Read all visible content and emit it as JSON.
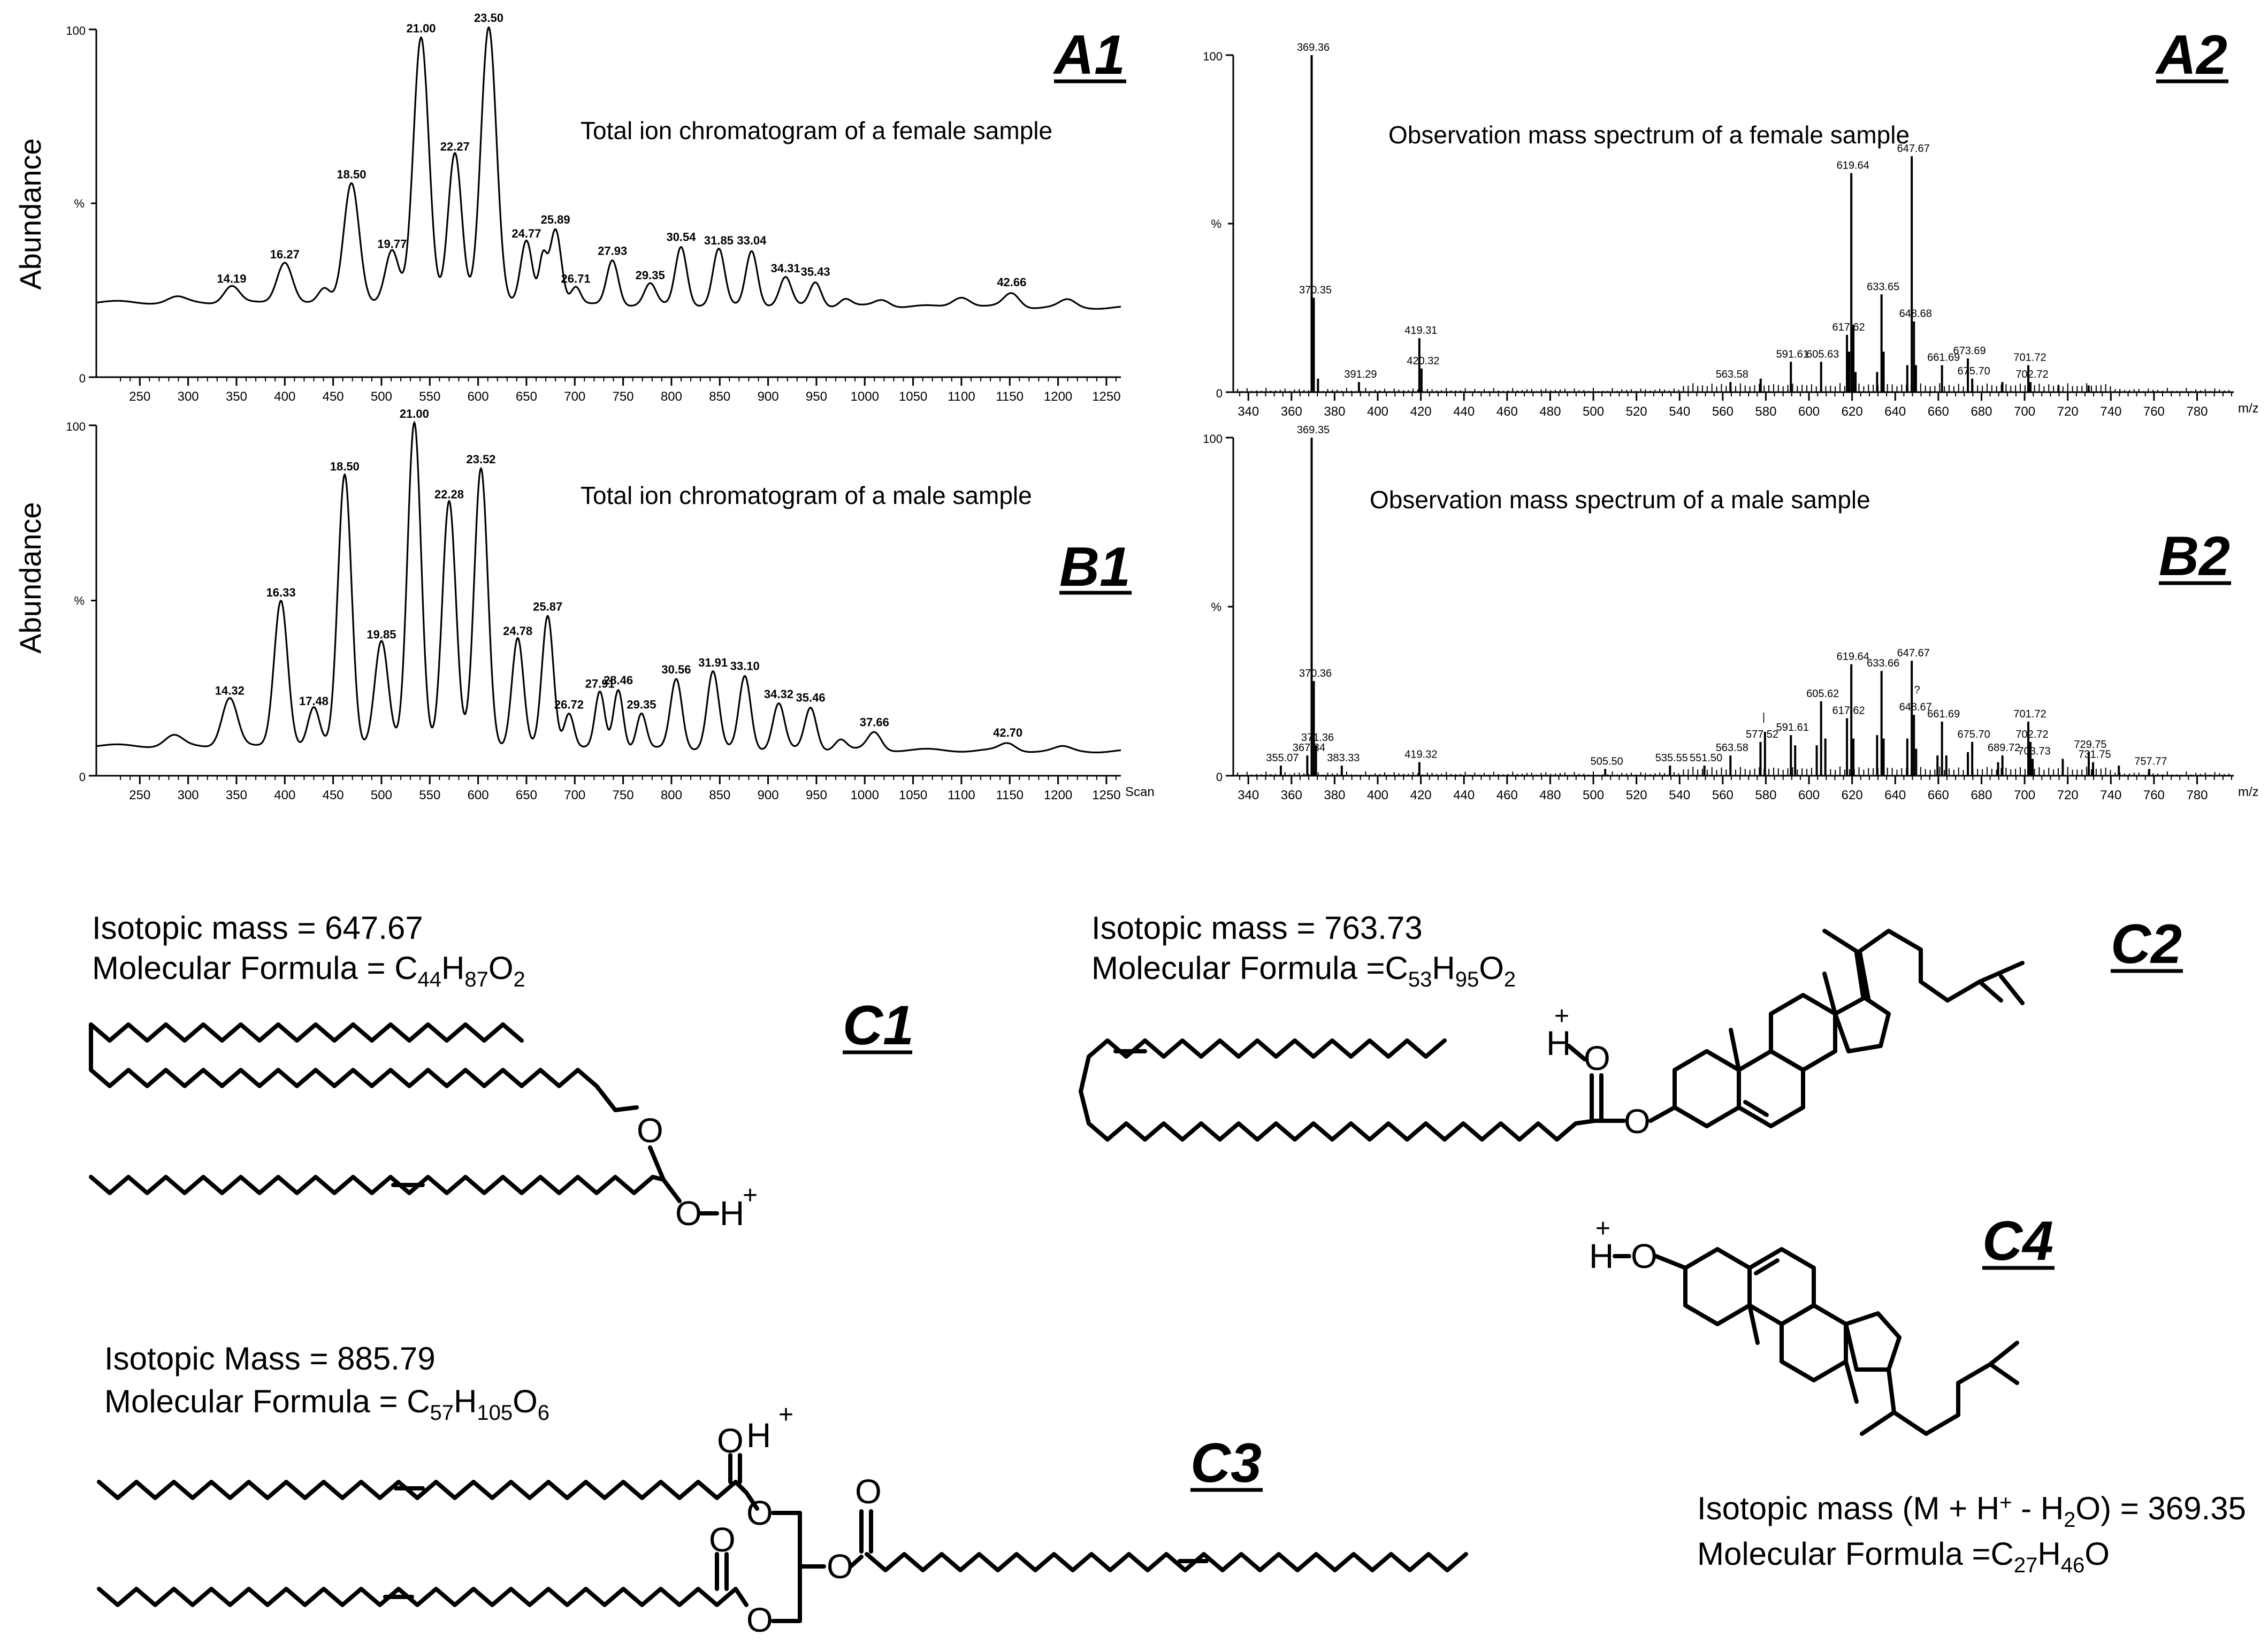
{
  "chart_data": [
    {
      "id": "A1",
      "type": "line",
      "label": "A1",
      "title": "Total ion chromatogram of a female sample",
      "ylabel": "Abundance",
      "ytick_mid": "%",
      "xlabel": "",
      "ylim": [
        0,
        100
      ],
      "xlim": [
        205,
        1265
      ],
      "y_ticks": [
        "0",
        "100"
      ],
      "x_ticks": [
        250,
        300,
        350,
        400,
        450,
        500,
        550,
        600,
        650,
        700,
        750,
        800,
        850,
        900,
        950,
        1000,
        1050,
        1100,
        1150,
        1200,
        1250
      ],
      "baseline": 20,
      "peaks": [
        {
          "x": 288,
          "y": 21.5,
          "w": 9,
          "label": ""
        },
        {
          "x": 345,
          "y": 25,
          "w": 8,
          "label": "14.19"
        },
        {
          "x": 400,
          "y": 32,
          "w": 8,
          "label": "16.27"
        },
        {
          "x": 441,
          "y": 24,
          "w": 6,
          "label": ""
        },
        {
          "x": 469,
          "y": 55,
          "w": 8,
          "label": "18.50"
        },
        {
          "x": 511,
          "y": 35,
          "w": 7,
          "label": "19.77"
        },
        {
          "x": 541,
          "y": 97,
          "w": 8,
          "label": "21.00"
        },
        {
          "x": 576,
          "y": 63,
          "w": 7,
          "label": "22.27"
        },
        {
          "x": 611,
          "y": 100,
          "w": 8,
          "label": "23.50"
        },
        {
          "x": 650,
          "y": 38,
          "w": 6,
          "label": "24.77"
        },
        {
          "x": 667,
          "y": 33,
          "w": 4,
          "label": ""
        },
        {
          "x": 680,
          "y": 42,
          "w": 6,
          "label": "25.89"
        },
        {
          "x": 701,
          "y": 25,
          "w": 5,
          "label": "26.71"
        },
        {
          "x": 739,
          "y": 33,
          "w": 6,
          "label": "27.93"
        },
        {
          "x": 778,
          "y": 26,
          "w": 6,
          "label": "29.35"
        },
        {
          "x": 810,
          "y": 37,
          "w": 6,
          "label": "30.54"
        },
        {
          "x": 849,
          "y": 36,
          "w": 6,
          "label": "31.85"
        },
        {
          "x": 883,
          "y": 36,
          "w": 6,
          "label": "33.04"
        },
        {
          "x": 918,
          "y": 28,
          "w": 6,
          "label": "34.31"
        },
        {
          "x": 949,
          "y": 27,
          "w": 6,
          "label": "35.43"
        },
        {
          "x": 980,
          "y": 22,
          "w": 6,
          "label": ""
        },
        {
          "x": 1018,
          "y": 22,
          "w": 8,
          "label": ""
        },
        {
          "x": 1100,
          "y": 23,
          "w": 9,
          "label": ""
        },
        {
          "x": 1152,
          "y": 24,
          "w": 8,
          "label": "42.66"
        },
        {
          "x": 1210,
          "y": 22,
          "w": 8,
          "label": ""
        }
      ]
    },
    {
      "id": "B1",
      "type": "line",
      "label": "B1",
      "title": "Total ion chromatogram of a male sample",
      "ylabel": "Abundance",
      "ytick_mid": "%",
      "xlabel": "Scan",
      "ylim": [
        0,
        100
      ],
      "xlim": [
        205,
        1265
      ],
      "y_ticks": [
        "0",
        "100"
      ],
      "x_ticks": [
        250,
        300,
        350,
        400,
        450,
        500,
        550,
        600,
        650,
        700,
        750,
        800,
        850,
        900,
        950,
        1000,
        1050,
        1100,
        1150,
        1200,
        1250
      ],
      "baseline": 7,
      "peaks": [
        {
          "x": 285,
          "y": 10,
          "w": 9,
          "label": ""
        },
        {
          "x": 343,
          "y": 21,
          "w": 8,
          "label": "14.32"
        },
        {
          "x": 396,
          "y": 49,
          "w": 7,
          "label": "16.33"
        },
        {
          "x": 430,
          "y": 18,
          "w": 6,
          "label": "17.48"
        },
        {
          "x": 462,
          "y": 85,
          "w": 7,
          "label": "18.50"
        },
        {
          "x": 500,
          "y": 37,
          "w": 7,
          "label": "19.85"
        },
        {
          "x": 534,
          "y": 100,
          "w": 7,
          "label": "21.00"
        },
        {
          "x": 570,
          "y": 77,
          "w": 7,
          "label": "22.28"
        },
        {
          "x": 603,
          "y": 87,
          "w": 7,
          "label": "23.52"
        },
        {
          "x": 641,
          "y": 38,
          "w": 6,
          "label": "24.78"
        },
        {
          "x": 672,
          "y": 45,
          "w": 6,
          "label": "25.87"
        },
        {
          "x": 694,
          "y": 17,
          "w": 5,
          "label": "26.72"
        },
        {
          "x": 726,
          "y": 23,
          "w": 5,
          "label": "27.91"
        },
        {
          "x": 745,
          "y": 24,
          "w": 5,
          "label": "28.46"
        },
        {
          "x": 769,
          "y": 17,
          "w": 5,
          "label": "29.35"
        },
        {
          "x": 805,
          "y": 27,
          "w": 6,
          "label": "30.56"
        },
        {
          "x": 843,
          "y": 29,
          "w": 6,
          "label": "31.91"
        },
        {
          "x": 876,
          "y": 28,
          "w": 6,
          "label": "33.10"
        },
        {
          "x": 911,
          "y": 20,
          "w": 6,
          "label": "34.32"
        },
        {
          "x": 944,
          "y": 19,
          "w": 6,
          "label": "35.46"
        },
        {
          "x": 975,
          "y": 10,
          "w": 6,
          "label": ""
        },
        {
          "x": 1010,
          "y": 12,
          "w": 7,
          "label": "37.66"
        },
        {
          "x": 1148,
          "y": 9,
          "w": 8,
          "label": "42.70"
        },
        {
          "x": 1205,
          "y": 8,
          "w": 8,
          "label": ""
        }
      ]
    },
    {
      "id": "A2",
      "type": "bar",
      "label": "A2",
      "title": "Observation mass spectrum of a female sample",
      "ylabel": "",
      "ytick_mid": "%",
      "xlabel": "m/z",
      "ylim": [
        0,
        100
      ],
      "xlim": [
        333,
        797
      ],
      "y_ticks": [
        "0",
        "100"
      ],
      "x_ticks": [
        340,
        360,
        380,
        400,
        420,
        440,
        460,
        480,
        500,
        520,
        540,
        560,
        580,
        600,
        620,
        640,
        660,
        680,
        700,
        720,
        740,
        760,
        780
      ],
      "peaks": [
        {
          "x": 369.36,
          "y": 100,
          "label": "369.36"
        },
        {
          "x": 370.35,
          "y": 28,
          "label": "370.35"
        },
        {
          "x": 372.3,
          "y": 4,
          "label": ""
        },
        {
          "x": 391.29,
          "y": 3,
          "label": "391.29"
        },
        {
          "x": 419.31,
          "y": 16,
          "label": "419.31"
        },
        {
          "x": 420.32,
          "y": 7,
          "label": "420.32"
        },
        {
          "x": 563.58,
          "y": 3,
          "label": "563.58"
        },
        {
          "x": 577.6,
          "y": 4,
          "label": ""
        },
        {
          "x": 591.61,
          "y": 9,
          "label": "591.61"
        },
        {
          "x": 605.63,
          "y": 9,
          "label": "605.63"
        },
        {
          "x": 617.62,
          "y": 17,
          "label": "617.62"
        },
        {
          "x": 618.6,
          "y": 12,
          "label": ""
        },
        {
          "x": 619.64,
          "y": 65,
          "label": "619.64"
        },
        {
          "x": 620.6,
          "y": 20,
          "label": ""
        },
        {
          "x": 621.6,
          "y": 6,
          "label": ""
        },
        {
          "x": 631.6,
          "y": 6,
          "label": ""
        },
        {
          "x": 633.65,
          "y": 29,
          "label": "633.65"
        },
        {
          "x": 634.6,
          "y": 12,
          "label": ""
        },
        {
          "x": 645.6,
          "y": 8,
          "label": ""
        },
        {
          "x": 647.67,
          "y": 70,
          "label": "647.67"
        },
        {
          "x": 648.68,
          "y": 21,
          "label": "648.68"
        },
        {
          "x": 649.6,
          "y": 8,
          "label": ""
        },
        {
          "x": 661.69,
          "y": 8,
          "label": "661.69"
        },
        {
          "x": 673.69,
          "y": 10,
          "label": "673.69"
        },
        {
          "x": 675.7,
          "y": 4,
          "label": "675.70"
        },
        {
          "x": 689.7,
          "y": 3,
          "label": ""
        },
        {
          "x": 701.72,
          "y": 8,
          "label": "701.72"
        },
        {
          "x": 702.72,
          "y": 3,
          "label": "702.72"
        },
        {
          "x": 715.7,
          "y": 2,
          "label": ""
        },
        {
          "x": 729.7,
          "y": 2,
          "label": ""
        }
      ]
    },
    {
      "id": "B2",
      "type": "bar",
      "label": "B2",
      "title": "Observation mass spectrum of a male sample",
      "ylabel": "",
      "ytick_mid": "%",
      "xlabel": "m/z",
      "ylim": [
        0,
        100
      ],
      "xlim": [
        333,
        797
      ],
      "y_ticks": [
        "0",
        "100"
      ],
      "x_ticks": [
        340,
        360,
        380,
        400,
        420,
        440,
        460,
        480,
        500,
        520,
        540,
        560,
        580,
        600,
        620,
        640,
        660,
        680,
        700,
        720,
        740,
        760,
        780
      ],
      "peaks": [
        {
          "x": 355.07,
          "y": 3,
          "label": "355.07"
        },
        {
          "x": 367.34,
          "y": 6,
          "label": "367.34"
        },
        {
          "x": 369.35,
          "y": 100,
          "label": "369.35"
        },
        {
          "x": 370.36,
          "y": 28,
          "label": "370.36"
        },
        {
          "x": 371.36,
          "y": 9,
          "label": "371.36"
        },
        {
          "x": 383.33,
          "y": 3,
          "label": "383.33"
        },
        {
          "x": 419.32,
          "y": 4,
          "label": "419.32"
        },
        {
          "x": 505.5,
          "y": 2,
          "label": "505.50"
        },
        {
          "x": 535.55,
          "y": 3,
          "label": "535.55"
        },
        {
          "x": 551.5,
          "y": 3,
          "label": "551.50"
        },
        {
          "x": 563.58,
          "y": 6,
          "label": "563.58"
        },
        {
          "x": 577.52,
          "y": 10,
          "label": "577.52"
        },
        {
          "x": 579.6,
          "y": 13,
          "label": ""
        },
        {
          "x": 591.61,
          "y": 12,
          "label": "591.61"
        },
        {
          "x": 593.6,
          "y": 9,
          "label": ""
        },
        {
          "x": 603.6,
          "y": 9,
          "label": ""
        },
        {
          "x": 605.62,
          "y": 22,
          "label": "605.62"
        },
        {
          "x": 607.6,
          "y": 11,
          "label": ""
        },
        {
          "x": 617.62,
          "y": 17,
          "label": "617.62"
        },
        {
          "x": 619.64,
          "y": 33,
          "label": "619.64"
        },
        {
          "x": 620.6,
          "y": 11,
          "label": ""
        },
        {
          "x": 631.6,
          "y": 12,
          "label": ""
        },
        {
          "x": 633.66,
          "y": 31,
          "label": "633.66"
        },
        {
          "x": 634.6,
          "y": 11,
          "label": ""
        },
        {
          "x": 645.6,
          "y": 11,
          "label": ""
        },
        {
          "x": 647.67,
          "y": 34,
          "label": "647.67"
        },
        {
          "x": 648.67,
          "y": 18,
          "label": "648.67"
        },
        {
          "x": 649.7,
          "y": 8,
          "label": ""
        },
        {
          "x": 659.6,
          "y": 6,
          "label": ""
        },
        {
          "x": 661.69,
          "y": 16,
          "label": "661.69"
        },
        {
          "x": 663.7,
          "y": 6,
          "label": ""
        },
        {
          "x": 673.7,
          "y": 7,
          "label": ""
        },
        {
          "x": 675.7,
          "y": 10,
          "label": "675.70"
        },
        {
          "x": 687.7,
          "y": 4,
          "label": ""
        },
        {
          "x": 689.72,
          "y": 6,
          "label": "689.72"
        },
        {
          "x": 701.72,
          "y": 16,
          "label": "701.72"
        },
        {
          "x": 702.72,
          "y": 10,
          "label": "702.72"
        },
        {
          "x": 703.73,
          "y": 5,
          "label": "703.73"
        },
        {
          "x": 717.7,
          "y": 5,
          "label": ""
        },
        {
          "x": 729.75,
          "y": 7,
          "label": "729.75"
        },
        {
          "x": 731.75,
          "y": 4,
          "label": "731.75"
        },
        {
          "x": 743.7,
          "y": 3,
          "label": ""
        },
        {
          "x": 757.77,
          "y": 2,
          "label": "757.77"
        }
      ],
      "annotations": [
        {
          "x": 648.67,
          "text": "?"
        },
        {
          "x": 577.52,
          "text": "|"
        }
      ]
    }
  ],
  "structures": {
    "C1": {
      "label": "C1",
      "mass_text": "Isotopic mass = 647.67",
      "formula_prefix": "Molecular Formula = C",
      "f1": "44",
      "f2": "H",
      "f3": "87",
      "f4": "O",
      "f5": "2",
      "o1": "O",
      "o2": "O",
      "h": "H",
      "plus": "+"
    },
    "C2": {
      "label": "C2",
      "mass_text": "Isotopic mass = 763.73",
      "formula_prefix": "Molecular Formula =C",
      "f1": "53",
      "f2": "H",
      "f3": "95",
      "f4": "O",
      "f5": "2",
      "o1": "O",
      "o2": "O",
      "h": "H",
      "plus": "+"
    },
    "C3": {
      "label": "C3",
      "mass_text": "Isotopic Mass = 885.79",
      "formula_prefix": "Molecular Formula = C",
      "f1": "57",
      "f2": "H",
      "f3": "105",
      "f4": "O",
      "f5": "6",
      "o": "O",
      "h": "H",
      "plus": "+"
    },
    "C4": {
      "label": "C4",
      "mass_prefix": "Isotopic mass (M + H",
      "mass_plus": "+",
      "mass_mid": " - H",
      "mass_sub": "2",
      "mass_suffix": "O) = 369.35",
      "formula_prefix": "Molecular Formula =C",
      "f1": "27",
      "f2": "H",
      "f3": "46",
      "f4": "O",
      "o": "O",
      "h": "H",
      "plus": "+"
    }
  },
  "colors": {
    "ink": "#000000",
    "background": "#ffffff"
  }
}
